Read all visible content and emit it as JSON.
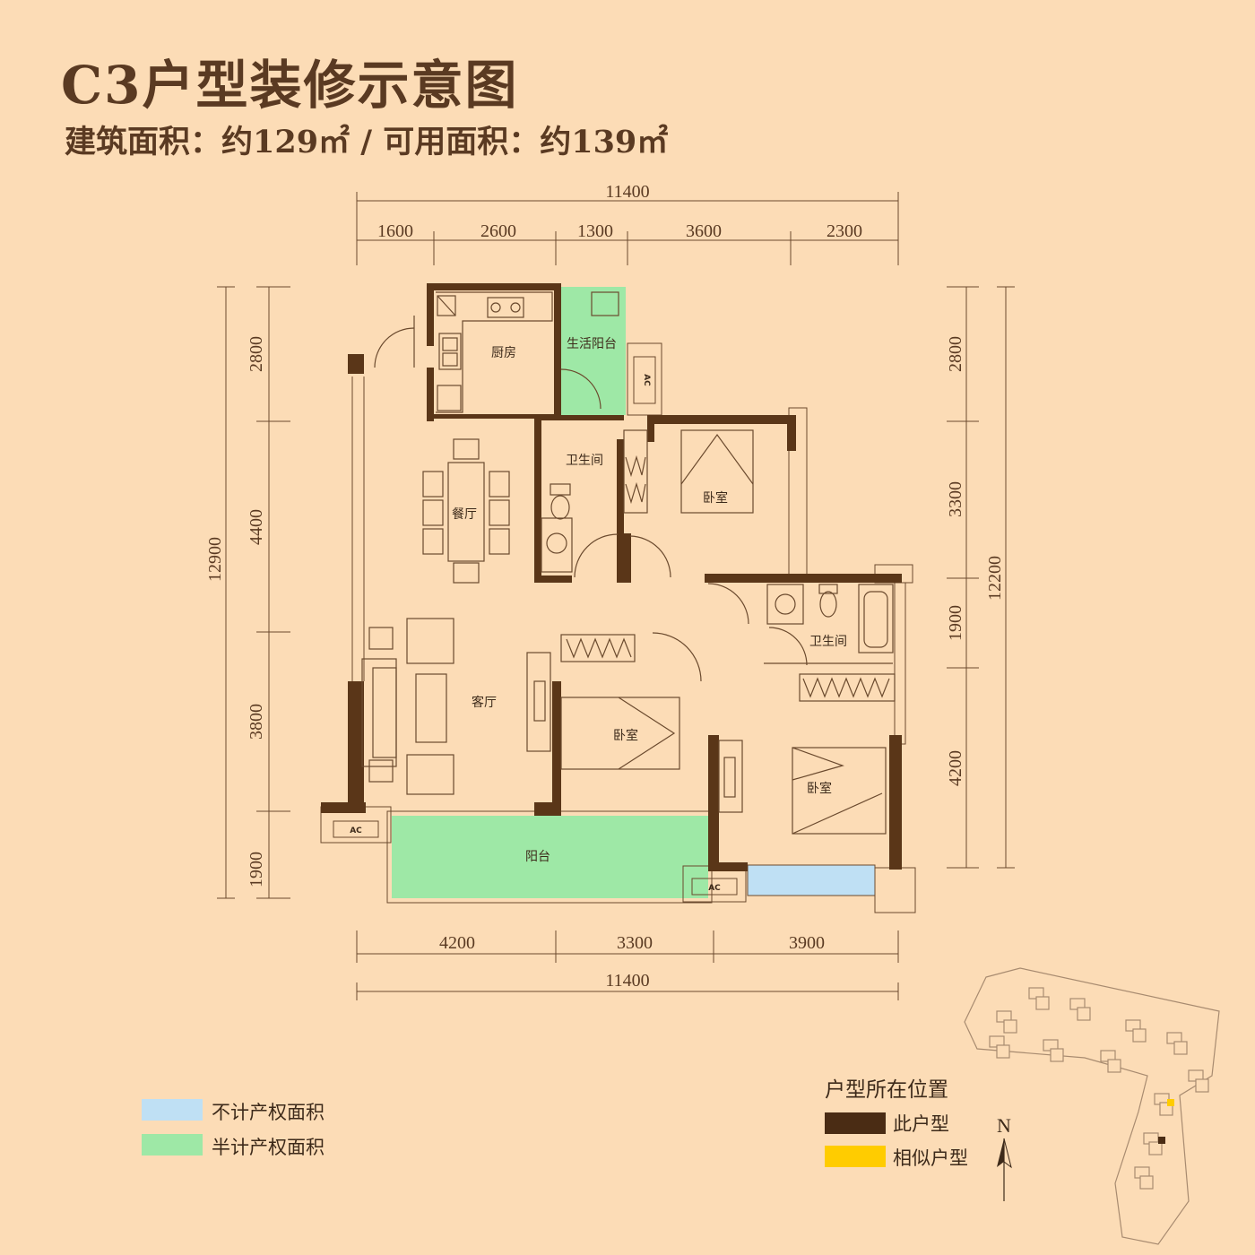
{
  "header": {
    "title": "C3户型装修示意图",
    "subtitle": "建筑面积：约129㎡ / 可用面积：约139㎡"
  },
  "dimensions": {
    "top_total": "11400",
    "top_segments": [
      "1600",
      "2600",
      "1300",
      "3600",
      "2300"
    ],
    "bottom_segments": [
      "4200",
      "3300",
      "3900"
    ],
    "bottom_total": "11400",
    "left_segments": [
      "2800",
      "4400",
      "3800",
      "1900"
    ],
    "left_total": "12900",
    "right_segments": [
      "2800",
      "3300",
      "1900",
      "4200"
    ],
    "right_total": "12200"
  },
  "rooms": {
    "kitchen": "厨房",
    "utility_balcony": "生活阳台",
    "dining": "餐厅",
    "bath_1": "卫生间",
    "bedroom_1": "卧室",
    "living": "客厅",
    "bedroom_2": "卧室",
    "bath_2": "卫生间",
    "bedroom_3": "卧室",
    "balcony": "阳台",
    "ac": "AC"
  },
  "legend": {
    "not_counted": "不计产权面积",
    "half_counted": "半计产权面积",
    "colors": {
      "not_counted": "#bfe0f4",
      "half_counted": "#9ee8a6"
    }
  },
  "location": {
    "title": "户型所在位置",
    "this_unit": "此户型",
    "similar_unit": "相似户型",
    "north": "N",
    "colors": {
      "this_unit": "#4a2c14",
      "similar_unit": "#ffcc00"
    }
  },
  "colors": {
    "background": "#fcdcb6",
    "wall": "#5a3618",
    "half_area": "#9ee8a6",
    "not_counted_area": "#bfe0f4"
  }
}
